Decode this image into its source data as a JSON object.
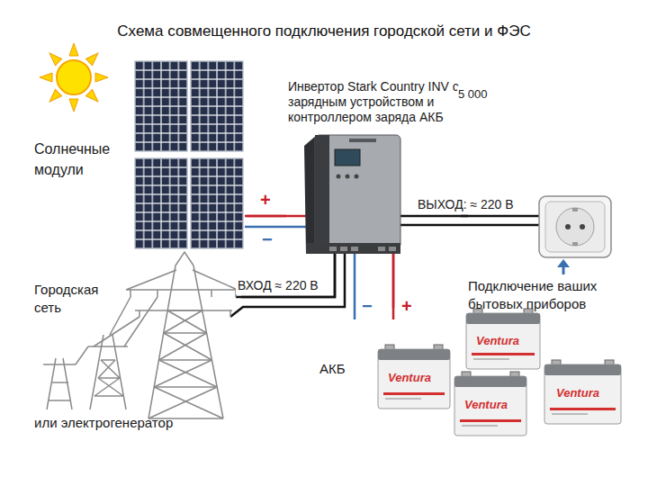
{
  "diagram": {
    "title": "Схема совмещенного подключения городской сети и ФЭС",
    "nodes": [
      {
        "text": [
          "Солнечные модули"
        ]
      },
      {
        "text": [
          "Инвертор Stark Country INV с зарядным устройством и контроллером заряда АКБ"
        ]
      },
      {
        "text": [
          "Подключение ваших бытовых приборов"
        ]
      },
      {
        "text": [
          "Городская сеть",
          "или электрогенератор"
        ]
      },
      {
        "text": [
          "АКБ"
        ]
      }
    ],
    "edges": [
      {
        "from": 0,
        "to": 1,
        "arrow": "none"
      },
      {
        "from": 1,
        "to": 2,
        "arrow": "none",
        "label": "ВЫХОД: ≈ 220 В"
      },
      {
        "from": 3,
        "to": 1,
        "arrow": "none",
        "label": "ВХОД ≈ 220 В"
      },
      {
        "from": 1,
        "to": 4,
        "arrow": "none"
      }
    ],
    "labels": [
      "5 000",
      "+",
      "−",
      "−",
      "+",
      "Ventura",
      "Ventura",
      "Ventura",
      "Ventura"
    ]
  }
}
